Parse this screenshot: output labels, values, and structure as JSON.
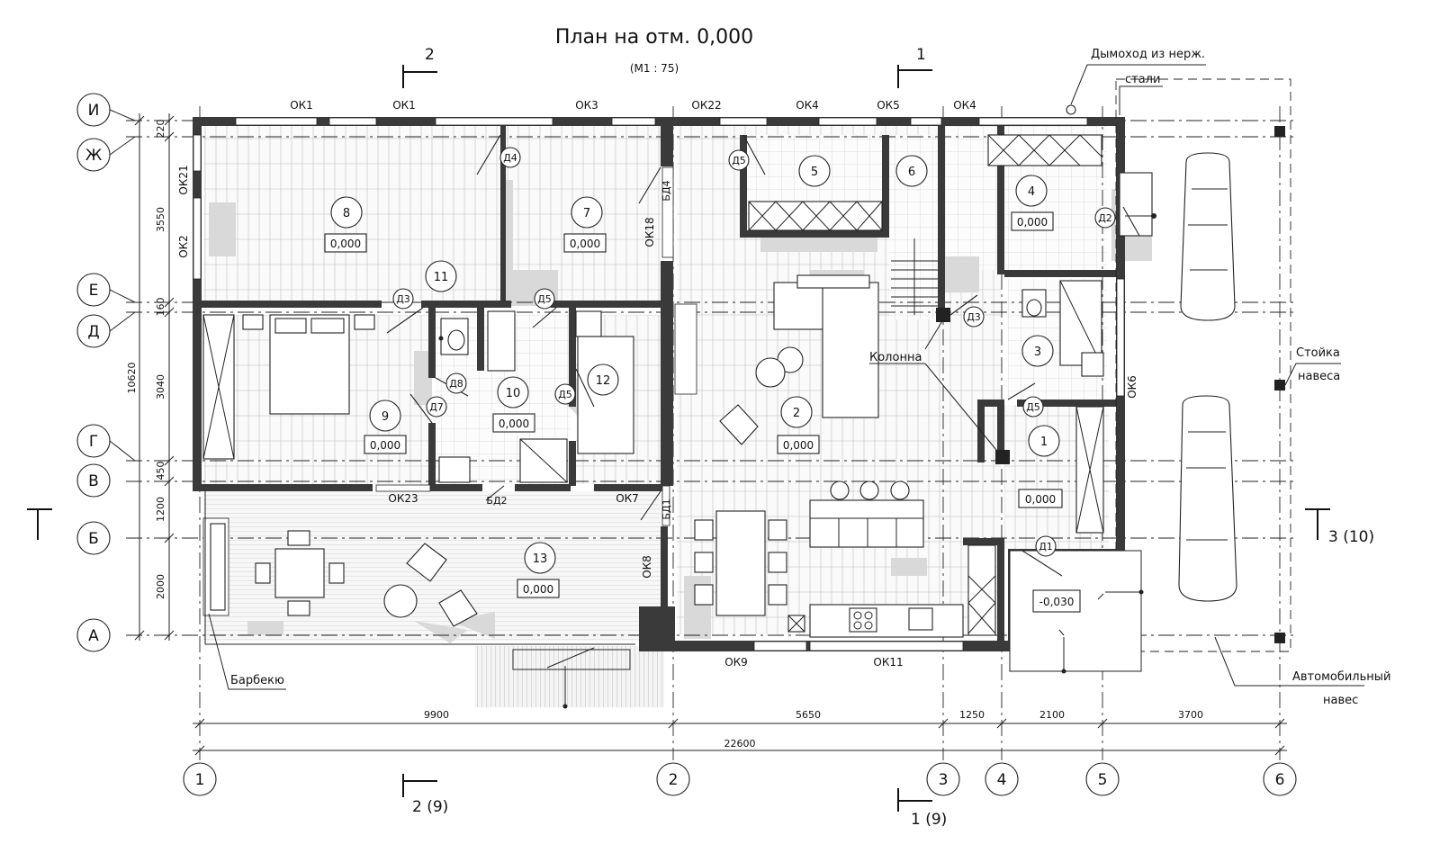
{
  "title": "План на отм. 0,000",
  "scale": "(М1 : 75)",
  "sections": {
    "top_left": "2",
    "top_right": "1",
    "bottom_left": "2 (9)",
    "bottom_right": "1 (9)",
    "right": "3 (10)"
  },
  "axes_rows": [
    "И",
    "Ж",
    "Е",
    "Д",
    "Г",
    "В",
    "Б",
    "А"
  ],
  "axes_cols": [
    "1",
    "2",
    "3",
    "4",
    "5",
    "6"
  ],
  "dims_left": {
    "d_i_zh": "220",
    "d_zh_e": "3550",
    "d_e_d": "160",
    "d_d_g": "3040",
    "d_g_v": "450",
    "d_v_b": "1200",
    "d_b_a": "2000",
    "total": "10620"
  },
  "dims_bottom": {
    "d_1_2": "9900",
    "d_2_3": "5650",
    "d_3_4": "1250",
    "d_4_5": "2100",
    "d_5_6": "3700",
    "total": "22600"
  },
  "rooms": [
    {
      "num": "1",
      "level": "0,000"
    },
    {
      "num": "2",
      "level": "0,000"
    },
    {
      "num": "3",
      "level": ""
    },
    {
      "num": "4",
      "level": "0,000"
    },
    {
      "num": "5",
      "level": ""
    },
    {
      "num": "6",
      "level": ""
    },
    {
      "num": "7",
      "level": "0,000"
    },
    {
      "num": "8",
      "level": "0,000"
    },
    {
      "num": "9",
      "level": "0,000"
    },
    {
      "num": "10",
      "level": "0,000"
    },
    {
      "num": "11",
      "level": ""
    },
    {
      "num": "12",
      "level": ""
    },
    {
      "num": "13",
      "level": "0,000"
    }
  ],
  "extra_level": "-0,030",
  "windows": {
    "ok1a": "ОК1",
    "ok1b": "ОК1",
    "ok3": "ОК3",
    "ok22": "ОК22",
    "ok4a": "ОК4",
    "ok5": "ОК5",
    "ok4b": "ОК4",
    "ok21": "ОК21",
    "ok2": "ОК2",
    "ok18": "ОК18",
    "ok6": "ОК6",
    "ok23": "ОК23",
    "ok7": "ОК7",
    "ok8": "ОК8",
    "ok9": "ОК9",
    "ok11": "ОК11"
  },
  "doors": {
    "d4": "Д4",
    "d5a": "Д5",
    "d2": "Д2",
    "bd4": "БД4",
    "d3a": "Д3",
    "d5b": "Д5",
    "d3b": "Д3",
    "d8": "Д8",
    "d7": "Д7",
    "d5c": "Д5",
    "d5d": "Д5",
    "bd2": "БД2",
    "bd1": "БД1",
    "d1": "Д1"
  },
  "callouts": {
    "chimney_1": "Дымоход из нерж.",
    "chimney_2": "стали",
    "column": "Колонна",
    "post_1": "Стойка",
    "post_2": "навеса",
    "carport_1": "Автомобильный",
    "carport_2": "навес",
    "bbq": "Барбекю"
  }
}
